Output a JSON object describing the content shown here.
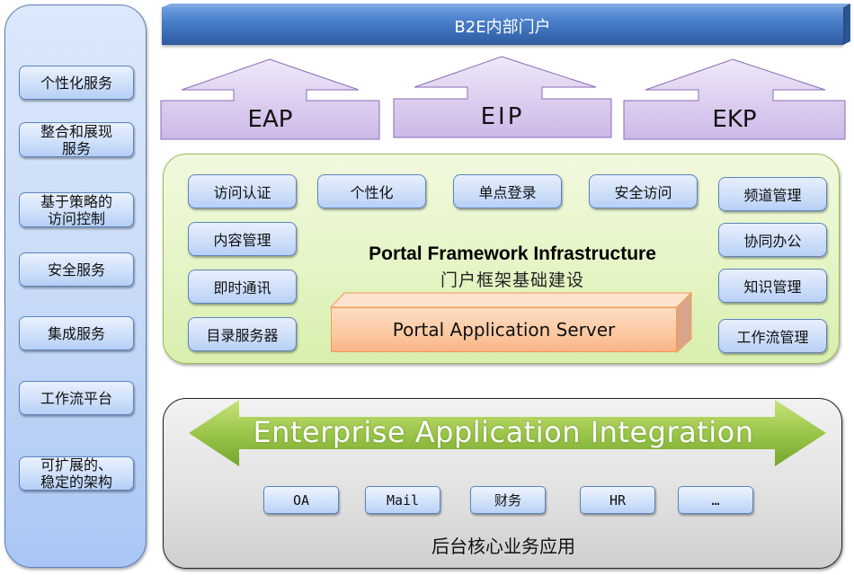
{
  "left_column": {
    "items": [
      {
        "label": "个性化服务"
      },
      {
        "label": "整合和展现\n服务"
      },
      {
        "label": "基于策略的\n访问控制"
      },
      {
        "label": "安全服务"
      },
      {
        "label": "集成服务"
      },
      {
        "label": "工作流平台"
      },
      {
        "label": "可扩展的、\n稳定的架构"
      }
    ]
  },
  "top_bar": {
    "title": "B2E内部门户"
  },
  "portal_arrows": [
    {
      "label": "EAP"
    },
    {
      "label": "EIP"
    },
    {
      "label": "EKP"
    }
  ],
  "framework": {
    "title": "Portal Framework Infrastructure",
    "subtitle": "门户框架基础建设",
    "top_row": [
      "个性化",
      "单点登录",
      "安全访问"
    ],
    "left_column": [
      "访问认证",
      "内容管理",
      "即时通讯",
      "目录服务器"
    ],
    "right_column": [
      "频道管理",
      "协同办公",
      "知识管理",
      "工作流管理"
    ],
    "server": "Portal Application Server"
  },
  "integration": {
    "banner": "Enterprise Application Integration",
    "apps": [
      "OA",
      "Mail",
      "财务",
      "HR",
      "…"
    ],
    "label": "后台核心业务应用"
  },
  "colors": {
    "top_bar": "#3a6cb5",
    "arrow_fill": "#dccdf0",
    "arrow_stroke": "#8a6bb8",
    "framework_fill": "#e6f5c7",
    "server_fill": "#fbc9a2",
    "eai_arrow": "#8cb83c"
  }
}
